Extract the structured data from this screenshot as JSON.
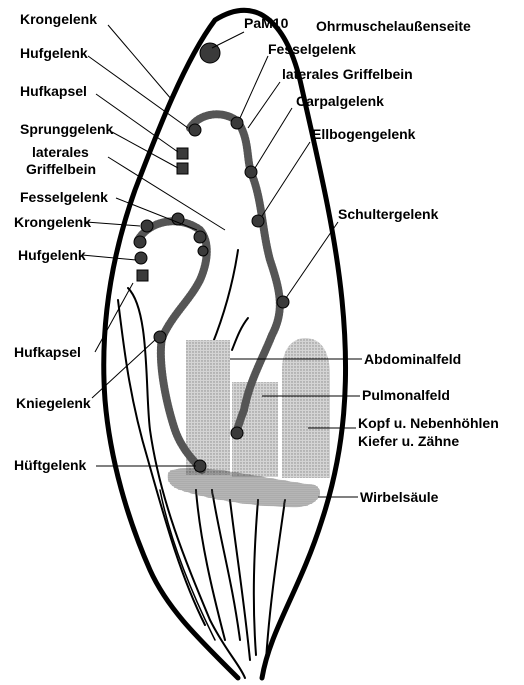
{
  "labels": {
    "krongelenk_top": "Krongelenk",
    "hufgelenk_top": "Hufgelenk",
    "hufkapsel_top": "Hufkapsel",
    "sprunggelenk": "Sprunggelenk",
    "laterales_line1": "laterales",
    "laterales_line2": "Griffelbein",
    "fesselgelenk_left": "Fesselgelenk",
    "krongelenk_left": "Krongelenk",
    "hufgelenk_left": "Hufgelenk",
    "hufkapsel_left": "Hufkapsel",
    "kniegelenk": "Kniegelenk",
    "hueftgelenk": "Hüftgelenk",
    "pam10": "PaM10",
    "ohrmuschel": "Ohrmuschelaußenseite",
    "fesselgelenk_right": "Fesselgelenk",
    "laterales_griffelbein_right": "laterales Griffelbein",
    "carpalgelenk": "Carpalgelenk",
    "ellbogengelenk": "Ellbogengelenk",
    "schultergelenk": "Schultergelenk",
    "abdominalfeld": "Abdominalfeld",
    "pulmonalfeld": "Pulmonalfeld",
    "kopf": "Kopf u. Nebenhöhlen",
    "kiefer": "Kiefer u. Zähne",
    "wirbelsaeule": "Wirbelsäule"
  },
  "colors": {
    "ink": "#000000",
    "point": "#3a3a3a",
    "zone_fill": "#c8c8c8",
    "stipple": "#6e6e6e"
  }
}
